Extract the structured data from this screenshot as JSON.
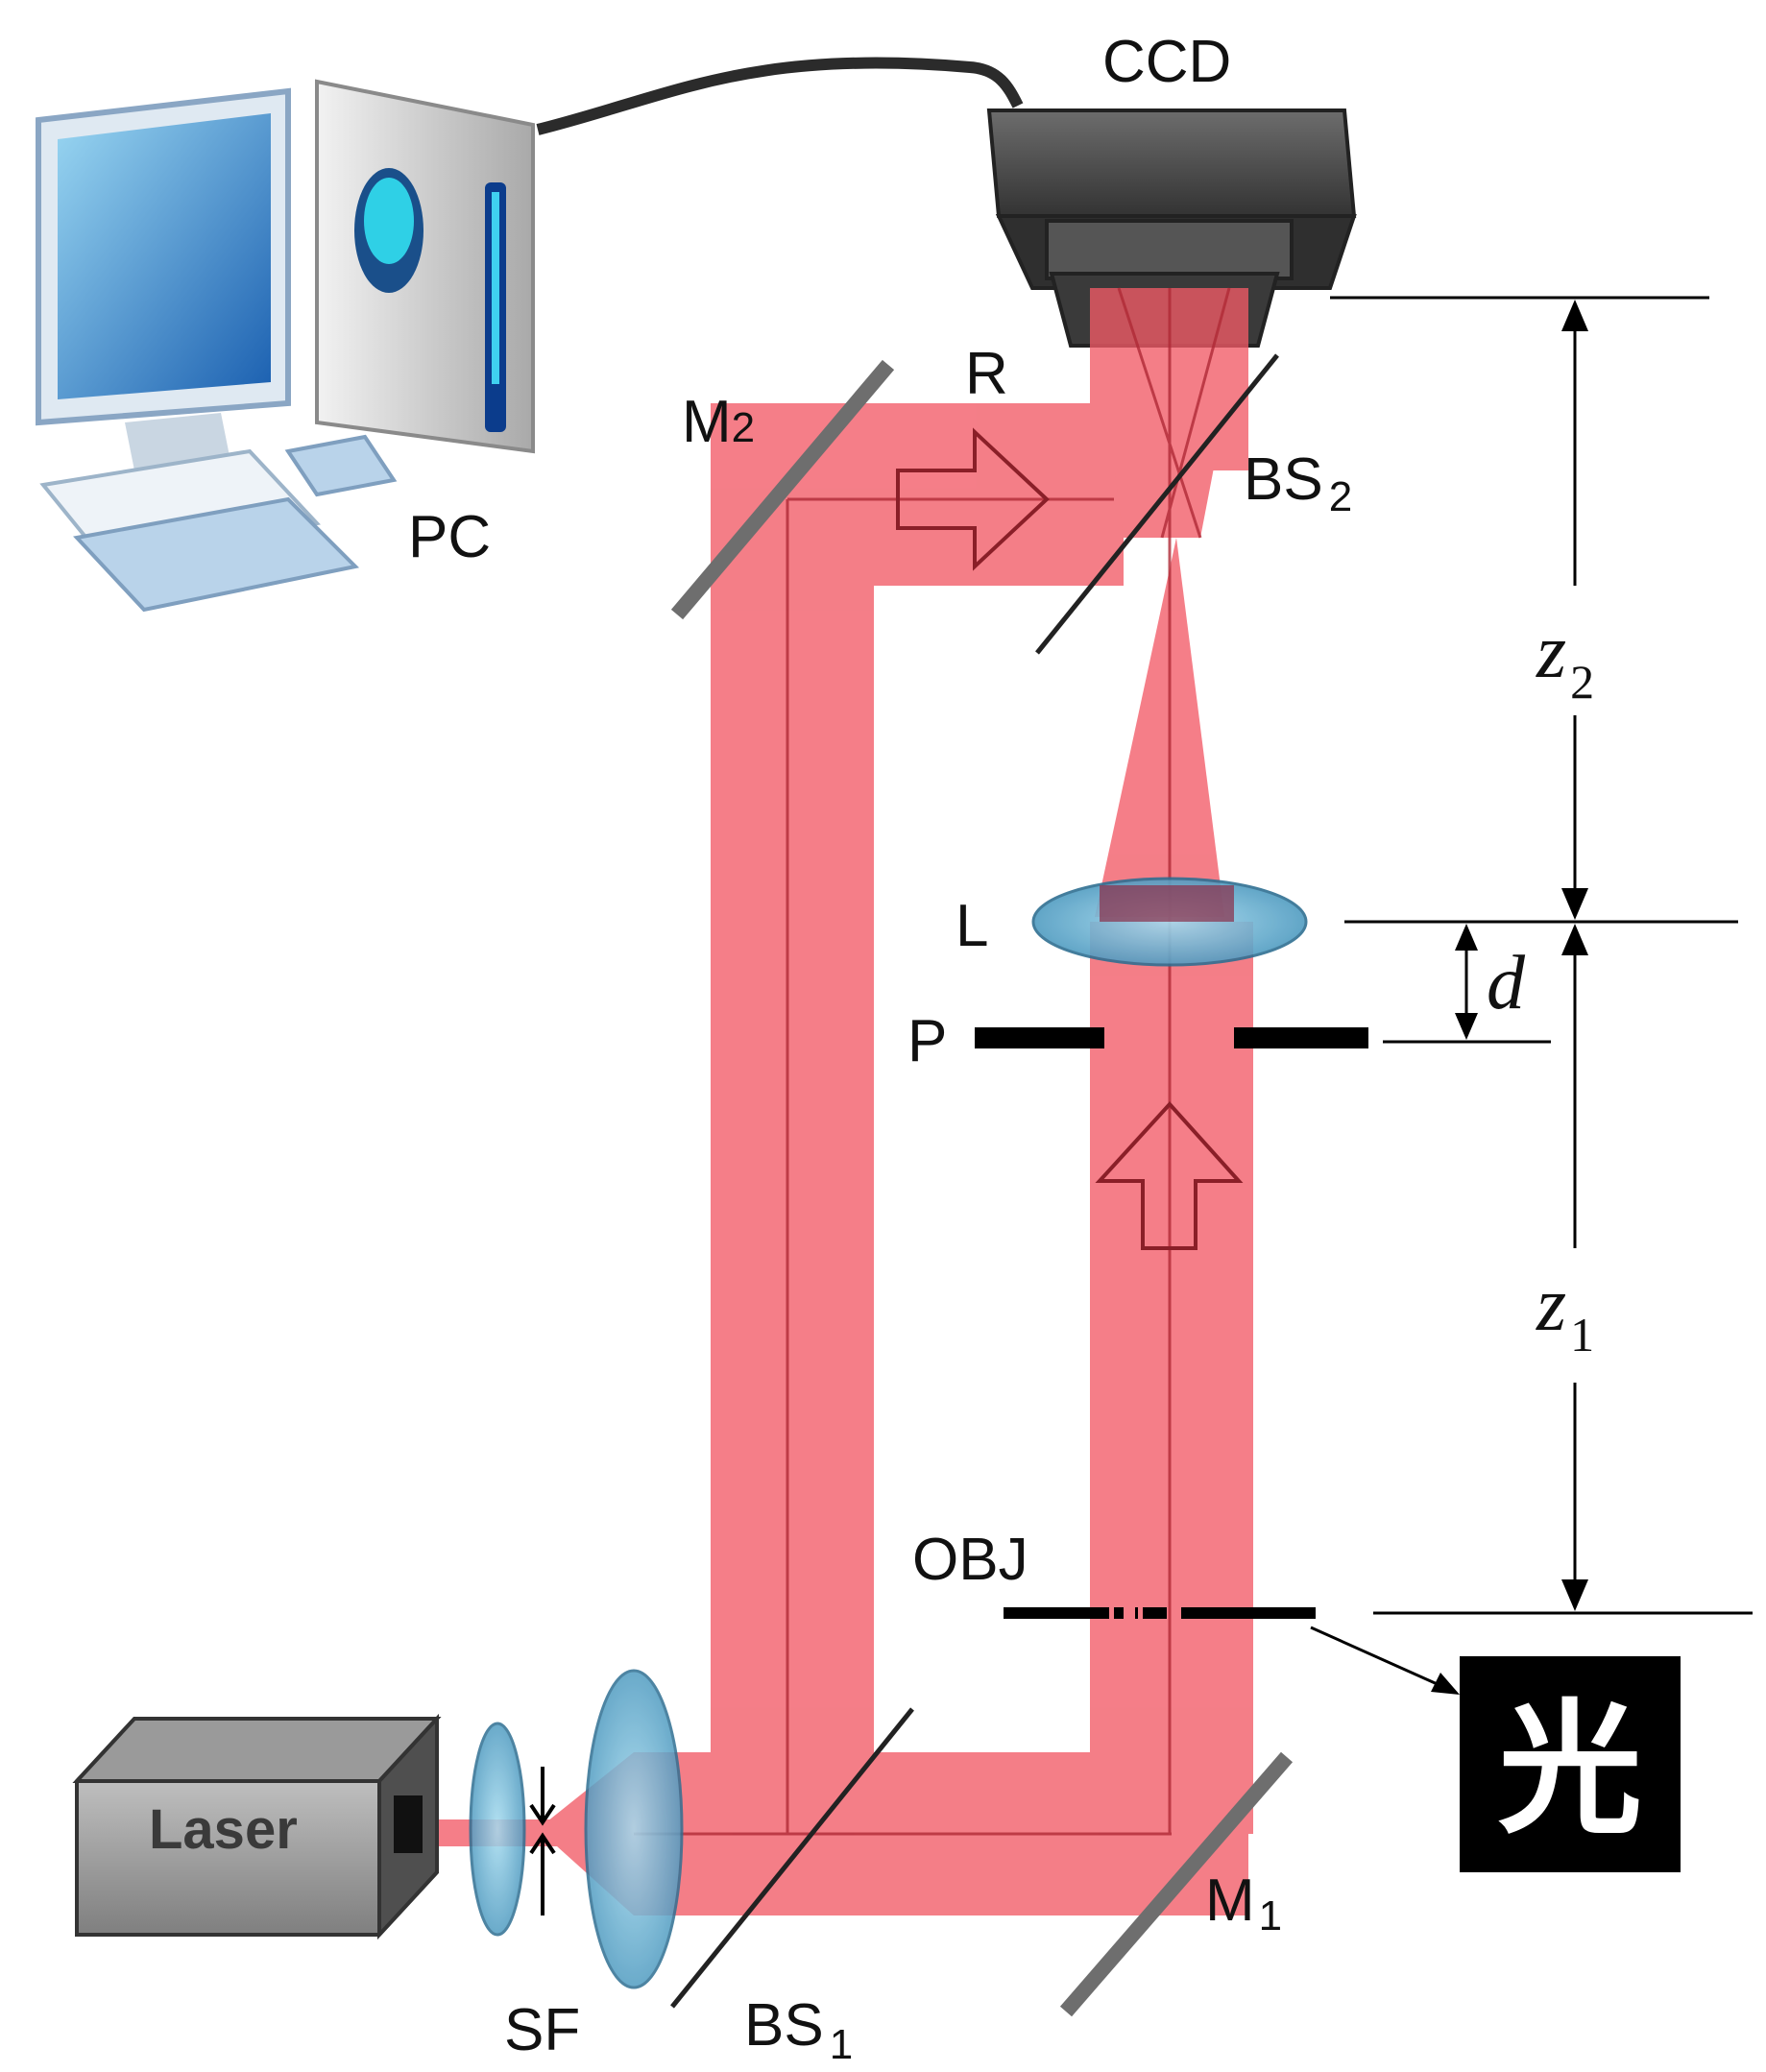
{
  "labels": {
    "ccd": "CCD",
    "pc": "PC",
    "r": "R",
    "m2": "M",
    "m2_sub": "2",
    "bs2": "BS",
    "bs2_sub": "2",
    "l": "L",
    "p": "P",
    "obj": "OBJ",
    "m1": "M",
    "m1_sub": "1",
    "bs1": "BS",
    "bs1_sub": "1",
    "sf": "SF",
    "laser": "Laser",
    "z2": "z",
    "z2_sub": "2",
    "z1": "z",
    "z1_sub": "1",
    "d": "d",
    "object_glyph": "光"
  },
  "colors": {
    "beam": "#f25a66",
    "mirror": "#7a7a7a",
    "lens": "#6fb6d6",
    "device": "#4a4a4a"
  }
}
